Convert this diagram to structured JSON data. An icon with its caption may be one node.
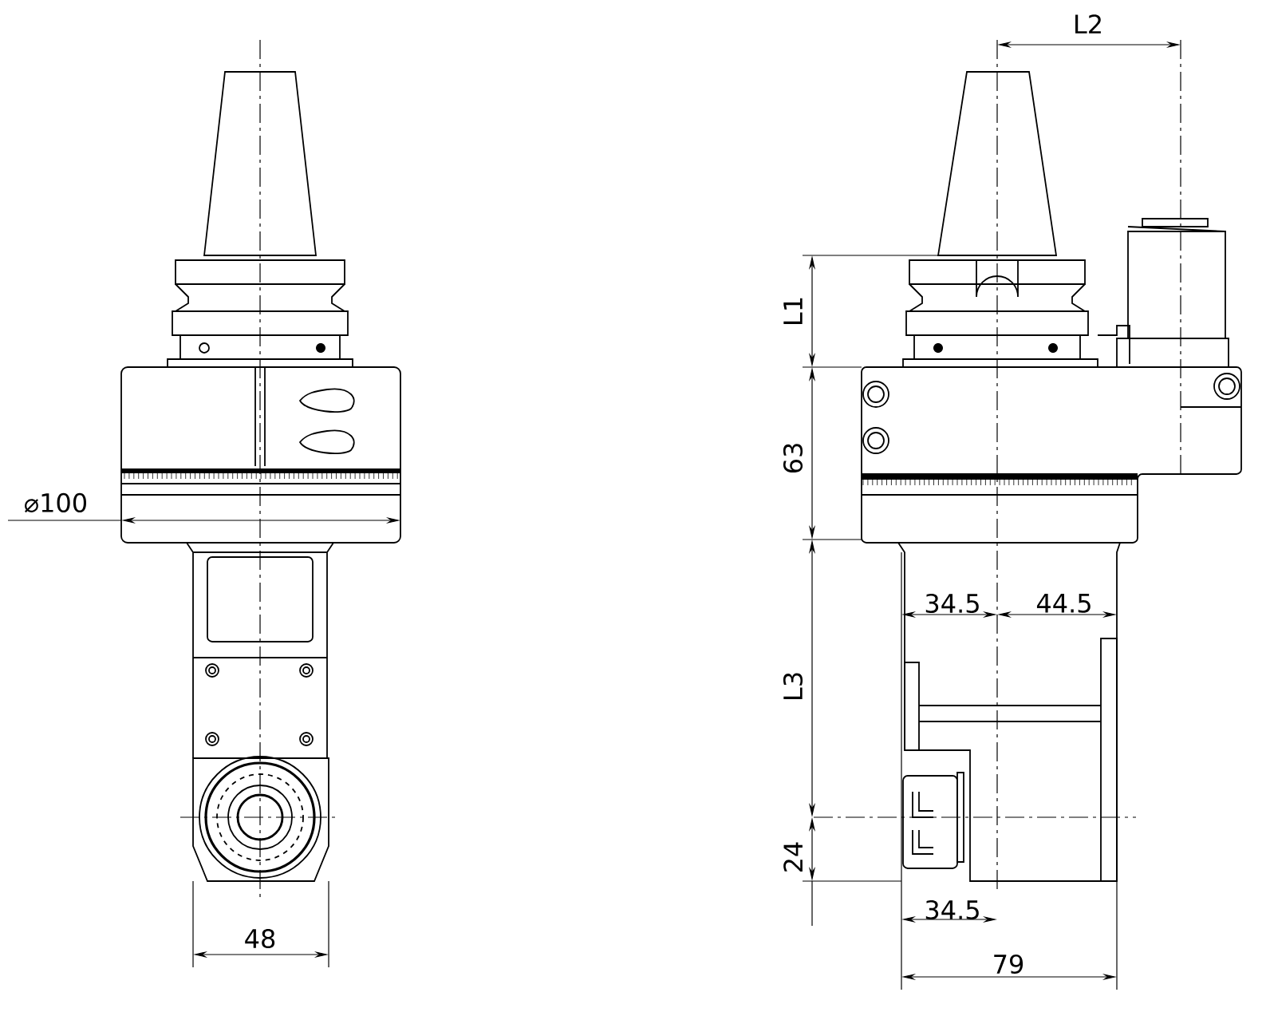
{
  "diagram": {
    "labels": [
      "L2",
      "L1",
      "63",
      "⌀100",
      "34.5",
      "44.5",
      "L3",
      "24",
      "34.5",
      "48",
      "79"
    ]
  }
}
